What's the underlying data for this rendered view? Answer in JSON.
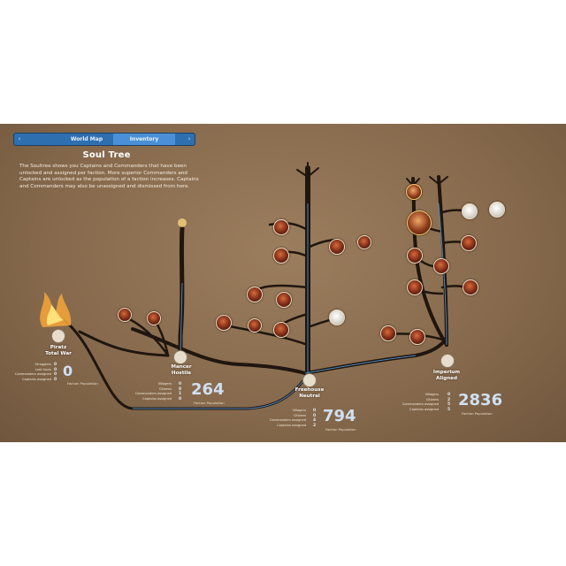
{
  "tabs": {
    "left_button_icon": "chevron-left-icon",
    "world_map": "World Map",
    "inventory": "Inventory",
    "right_button_icon": "chevron-right-icon"
  },
  "title": "Soul Tree",
  "description": "The Soultree shows you Captains and Commanders that have been unlocked and assigned per faction. More superior Commanders and Captains are unlocked as the population of a faction increases. Captains and Commanders may also be unassigned and dismissed from here.",
  "factions": [
    {
      "name_line1": "Piratz",
      "name_line2": "Total War",
      "emblem_icon": "pirate-emblem-icon",
      "stat_labels": [
        "Stragglers",
        "Lost Souls",
        "Commanders assigned",
        "Captains assigned"
      ],
      "stat_digits": [
        "0",
        "0",
        "0",
        "0"
      ],
      "population": "0",
      "population_label": "Faction Population"
    },
    {
      "name_line1": "Mancer",
      "name_line2": "Hostile",
      "emblem_icon": "mancer-emblem-icon",
      "stat_labels": [
        "Villagers",
        "Citizens",
        "Commanders assigned",
        "Captains assigned"
      ],
      "stat_digits": [
        "0",
        "0",
        "1",
        "0"
      ],
      "population": "264",
      "population_label": "Faction Population"
    },
    {
      "name_line1": "Freehouse",
      "name_line2": "Neutral",
      "emblem_icon": "freehouse-emblem-icon",
      "stat_labels": [
        "Villagers",
        "Citizens",
        "Commanders assigned",
        "Captains assigned"
      ],
      "stat_digits": [
        "0",
        "0",
        "4",
        "2"
      ],
      "population": "794",
      "population_label": "Faction Population"
    },
    {
      "name_line1": "Imperium",
      "name_line2": "Aligned",
      "emblem_icon": "imperium-emblem-icon",
      "stat_labels": [
        "Villagers",
        "Citizens",
        "Commanders assigned",
        "Captains assigned"
      ],
      "stat_digits": [
        "0",
        "2",
        "5",
        "5"
      ],
      "population": "2836",
      "population_label": "Faction Population"
    }
  ]
}
